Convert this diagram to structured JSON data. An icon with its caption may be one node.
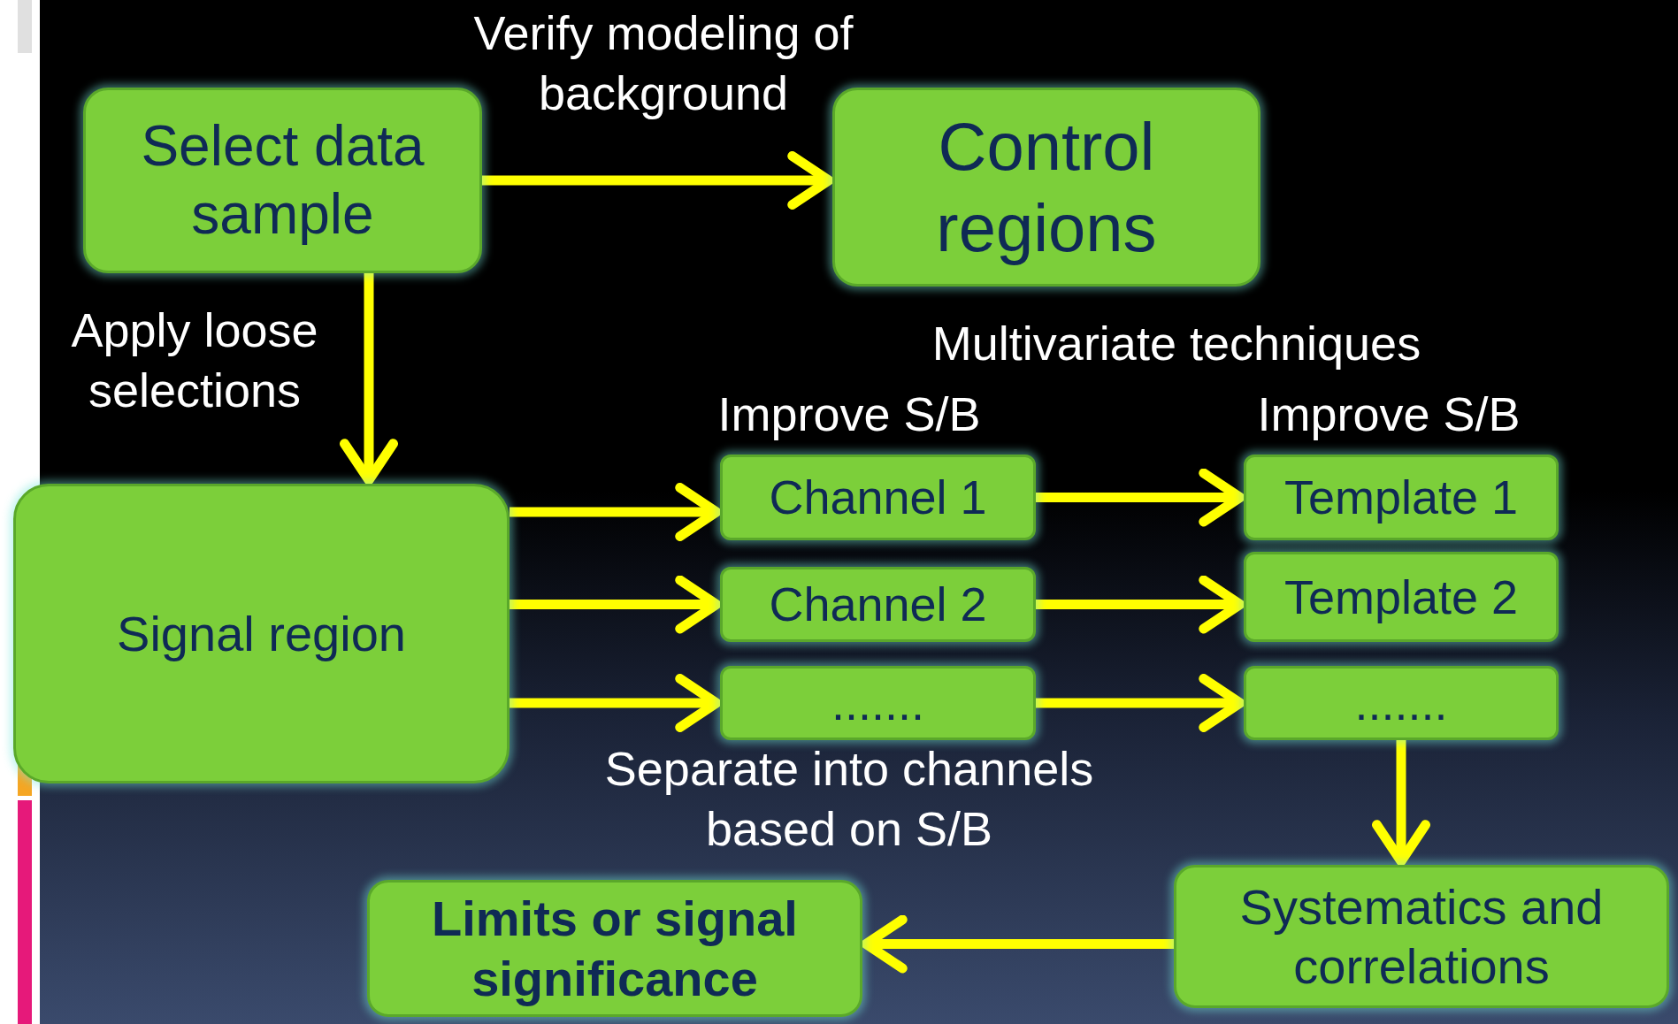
{
  "diagram": {
    "nodes": [
      {
        "text": [
          "Select data sample"
        ]
      },
      {
        "text": [
          "Control regions"
        ]
      },
      {
        "text": [
          "Signal region"
        ]
      },
      {
        "text": [
          "Channel 1"
        ]
      },
      {
        "text": [
          "Channel 2"
        ]
      },
      {
        "text": [
          "......."
        ]
      },
      {
        "text": [
          "Template 1"
        ]
      },
      {
        "text": [
          "Template 2"
        ]
      },
      {
        "text": [
          "......."
        ]
      },
      {
        "text": [
          "Systematics and correlations"
        ]
      },
      {
        "text": [
          "Limits or signal significance"
        ]
      }
    ],
    "edges": [
      {
        "from": 0,
        "to": 1,
        "arrow": "to",
        "label": "Verify modeling of background"
      },
      {
        "from": 0,
        "to": 2,
        "arrow": "to",
        "label": "Apply loose selections"
      },
      {
        "from": 2,
        "to": 3,
        "arrow": "to"
      },
      {
        "from": 2,
        "to": 4,
        "arrow": "to"
      },
      {
        "from": 2,
        "to": 5,
        "arrow": "to"
      },
      {
        "from": 3,
        "to": 6,
        "arrow": "to"
      },
      {
        "from": 4,
        "to": 7,
        "arrow": "to"
      },
      {
        "from": 5,
        "to": 8,
        "arrow": "to"
      },
      {
        "from": 8,
        "to": 9,
        "arrow": "to"
      },
      {
        "from": 9,
        "to": 10,
        "arrow": "to"
      }
    ],
    "labels": [
      "Multivariate techniques",
      "Improve S/B",
      "Improve S/B",
      "Separate into channels based on S/B"
    ]
  }
}
